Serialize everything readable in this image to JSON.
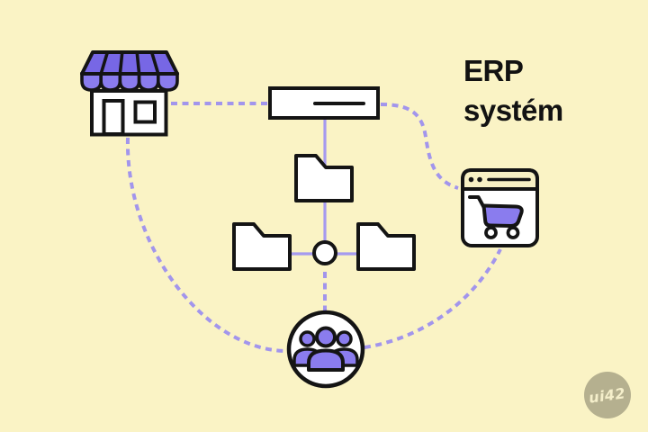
{
  "title": {
    "line1": "ERP",
    "line2": "systém"
  },
  "logo": {
    "text": "ui42"
  },
  "colors": {
    "background": "#FAF3C5",
    "outline": "#141414",
    "awning_purple": "#7767E5",
    "accent_purple": "#8A7CEE",
    "connector_solid": "#A59AEF",
    "connector_dotted": "#A295EC",
    "browser_bar": "#F7F0C4",
    "logo_circle": "#B5B08F",
    "logo_text": "#F5EFCB",
    "node_fill": "#FFFFFF"
  },
  "nodes": {
    "store": "physical-store",
    "erp_box": "erp-core-module",
    "folder_top": "data-folder",
    "folder_left": "data-folder",
    "folder_right": "data-folder",
    "hub": "hub-node",
    "browser": "ecommerce-webshop",
    "users": "customers-users"
  }
}
